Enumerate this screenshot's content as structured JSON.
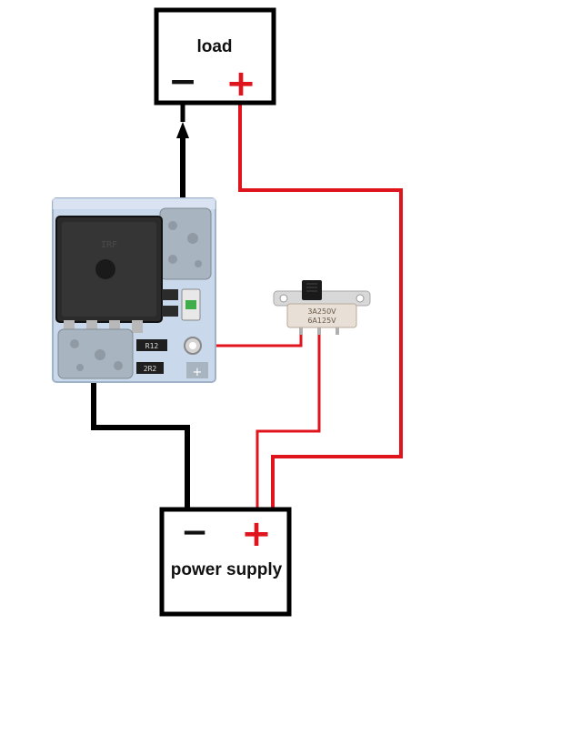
{
  "load": {
    "label": "load",
    "minus_symbol": "−",
    "plus_symbol": "+"
  },
  "power_supply": {
    "label": "power supply",
    "minus_symbol": "−",
    "plus_symbol": "+"
  },
  "module": {
    "pad_plus_symbol": "+",
    "resistor1_code": "R12",
    "resistor2_code": "2R2",
    "chip_marking": "IRF"
  },
  "switch": {
    "rating_line1": "3A250V",
    "rating_line2": "6A125V"
  },
  "colors": {
    "positive_wire": "#e0141c",
    "negative_wire": "#000000",
    "plus_sign": "#e0141c",
    "minus_sign": "#111111",
    "pcb": "#c9d8ea",
    "mosfet": "#2b2b2b"
  }
}
